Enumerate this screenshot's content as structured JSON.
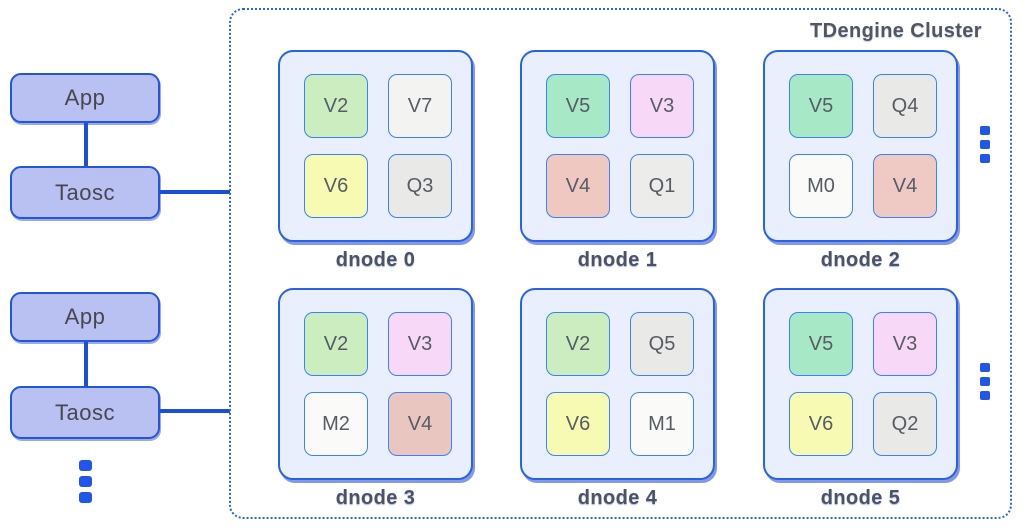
{
  "colors": {
    "accent_blue": "#2563eb",
    "connector_blue": "#1d4ed8",
    "client_fill": "#b9c0f2",
    "dnode_fill": "#e9effc",
    "tile_border": "#3c82f6",
    "ellipsis_blue": "#2157e8"
  },
  "clients": [
    {
      "app_label": "App",
      "client_label": "Taosc"
    },
    {
      "app_label": "App",
      "client_label": "Taosc"
    }
  ],
  "cluster": {
    "title": "TDengine Cluster",
    "dnodes": [
      {
        "name": "dnode 0",
        "tiles": [
          {
            "label": "V2",
            "color": "#cbedc0"
          },
          {
            "label": "V7",
            "color": "#f3f4f2"
          },
          {
            "label": "V6",
            "color": "#f6fab2"
          },
          {
            "label": "Q3",
            "color": "#e9e9e7"
          }
        ]
      },
      {
        "name": "dnode 1",
        "tiles": [
          {
            "label": "V5",
            "color": "#a7e8c6"
          },
          {
            "label": "V3",
            "color": "#f8d8f7"
          },
          {
            "label": "V4",
            "color": "#eec8c1"
          },
          {
            "label": "Q1",
            "color": "#ececea"
          }
        ]
      },
      {
        "name": "dnode 2",
        "tiles": [
          {
            "label": "V5",
            "color": "#a7e8c6"
          },
          {
            "label": "Q4",
            "color": "#e9e9e7"
          },
          {
            "label": "M0",
            "color": "#fafaf9"
          },
          {
            "label": "V4",
            "color": "#efc9c4"
          }
        ]
      },
      {
        "name": "dnode 3",
        "tiles": [
          {
            "label": "V2",
            "color": "#cbedc0"
          },
          {
            "label": "V3",
            "color": "#f8d8f7"
          },
          {
            "label": "M2",
            "color": "#fafaf9"
          },
          {
            "label": "V4",
            "color": "#e9c6bf"
          }
        ]
      },
      {
        "name": "dnode 4",
        "tiles": [
          {
            "label": "V2",
            "color": "#cbedc0"
          },
          {
            "label": "Q5",
            "color": "#e9e9e7"
          },
          {
            "label": "V6",
            "color": "#f6fab2"
          },
          {
            "label": "M1",
            "color": "#fafaf9"
          }
        ]
      },
      {
        "name": "dnode 5",
        "tiles": [
          {
            "label": "V5",
            "color": "#a7e8c6"
          },
          {
            "label": "V3",
            "color": "#f8d8f7"
          },
          {
            "label": "V6",
            "color": "#f6fab2"
          },
          {
            "label": "Q2",
            "color": "#e9e9e7"
          }
        ]
      }
    ]
  }
}
